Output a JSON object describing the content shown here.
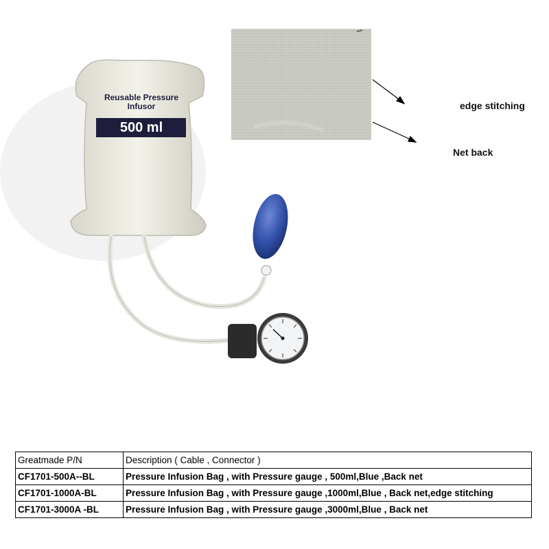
{
  "product": {
    "bag_label_line1": "Reusable Pressure",
    "bag_label_line2": "Infusor",
    "bag_volume": "500 ml",
    "bulb_color": "#2f4fa8",
    "band_color": "#1e1e3c"
  },
  "callouts": {
    "edge_stitching": "edge stitching",
    "net_back": "Net back"
  },
  "table": {
    "headers": [
      "Greatmade P/N",
      "Description ( Cable , Connector )"
    ],
    "rows": [
      [
        "CF1701-500A--BL",
        "Pressure Infusion Bag , with Pressure gauge , 500ml,Blue ,Back net"
      ],
      [
        "CF1701-1000A-BL",
        "Pressure Infusion Bag , with Pressure gauge ,1000ml,Blue , Back net,edge stitching"
      ],
      [
        "CF1701-3000A -BL",
        "Pressure Infusion Bag , with Pressure gauge ,3000ml,Blue , Back net"
      ]
    ]
  }
}
